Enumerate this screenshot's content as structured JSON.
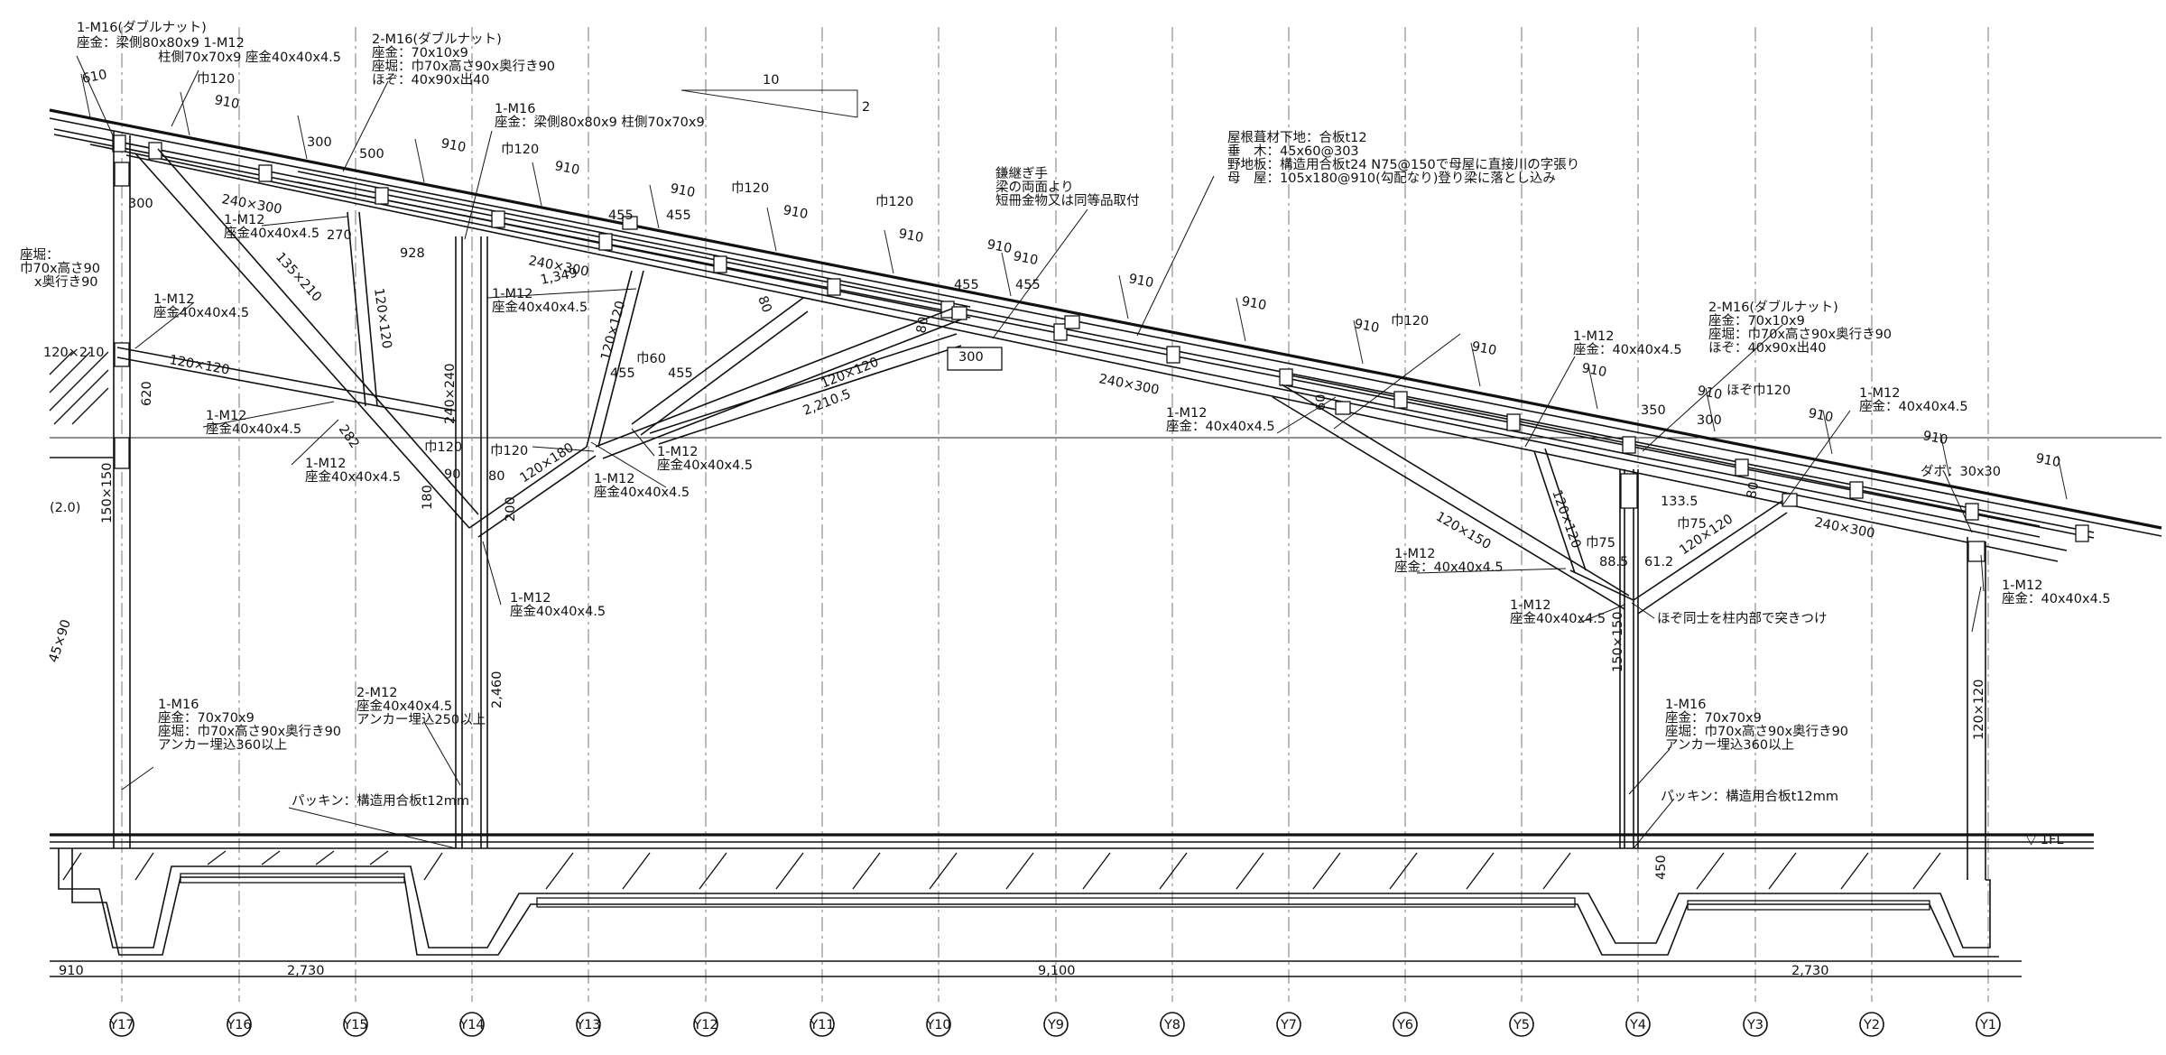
{
  "grid_labels": [
    "Y17",
    "Y16",
    "Y15",
    "Y14",
    "Y13",
    "Y12",
    "Y11",
    "Y10",
    "Y9",
    "Y8",
    "Y7",
    "Y6",
    "Y5",
    "Y4",
    "Y3",
    "Y2",
    "Y1"
  ],
  "dims": {
    "d910": "910",
    "d2730a": "2,730",
    "d9100": "9,100",
    "d2730b": "2,730",
    "d10": "10",
    "d2": "2",
    "d1fl": "▽ 1FL",
    "d450": "450",
    "d2460": "2,460",
    "d620": "620",
    "d2210": "2,210.5",
    "d1349": "1,349",
    "d928": "928",
    "d1335": "133.5",
    "d885": "88.5",
    "d612": "61.2",
    "pitch": [
      "610",
      "910",
      "910",
      "910",
      "910",
      "910",
      "910",
      "910",
      "910",
      "910",
      "910",
      "910",
      "910",
      "910",
      "910",
      "910",
      "910",
      "910"
    ],
    "small": [
      "300",
      "500",
      "300",
      "270",
      "455",
      "455",
      "455",
      "455",
      "455",
      "455",
      "350",
      "300",
      "300",
      "90",
      "80",
      "180",
      "200",
      "60",
      "80",
      "80",
      "80"
    ],
    "paren": "(2.0)"
  },
  "members": {
    "m120_210": "120×210",
    "m120_120a": "120×120",
    "m135_210": "135×210",
    "m120_120b": "120×120",
    "m240_300a": "240×300",
    "m240_240": "240×240",
    "m240_300b": "240×300",
    "m120_180": "120×180",
    "m120_120c": "120×120",
    "m120_120d": "120×120",
    "m240_300c": "240×300",
    "m120_150": "120×150",
    "m120_120e": "120×120",
    "m120_120f": "120×120",
    "m240_300d": "240×300",
    "m150_150a": "150×150",
    "m150_150b": "150×150",
    "m120_120g": "120×120",
    "m45_90": "45×90",
    "m282": "282"
  },
  "notes": {
    "n1": [
      "1-M16(ダブルナット)",
      "座金：梁側80x80x9 1-M12",
      "柱側70x70x9 座金40x40x4.5"
    ],
    "n2": [
      "2-M16(ダブルナット)",
      "座金：70x10x9",
      "座堀：巾70x高さ90x奥行き90",
      "ほぞ：40x90x出40"
    ],
    "n3": [
      "1-M16",
      "座金：梁側80x80x9 柱側70x70x9"
    ],
    "n4": [
      "屋根葺材下地：合板t12",
      "垂　木：45x60@303",
      "野地板：構造用合板t24 N75@150で母屋に直接川の字張り",
      "母　屋：105x180@910(勾配なり)登り梁に落とし込み"
    ],
    "n5": [
      "鎌継ぎ手",
      "梁の両面より",
      "短冊金物又は同等品取付"
    ],
    "n6": [
      "座堀：",
      "巾70x高さ90",
      "x奥行き90"
    ],
    "n7": [
      "1-M12",
      "座金40x40x4.5"
    ],
    "n8": [
      "1-M12",
      "座金40x40x4.5"
    ],
    "n9": [
      "1-M12",
      "座金40x40x4.5"
    ],
    "n10": [
      "1-M12",
      "座金40x40x4.5"
    ],
    "n11": [
      "1-M12",
      "座金40x40x4.5"
    ],
    "n12": [
      "1-M12",
      "座金40x40x4.5"
    ],
    "n13": [
      "1-M12",
      "座金40x40x4.5"
    ],
    "n14": [
      "1-M12",
      "座金40x40x4.5"
    ],
    "n15": [
      "1-M12",
      "座金：40x40x4.5"
    ],
    "n16": [
      "1-M12",
      "座金：40x40x4.5"
    ],
    "n17": [
      "1-M12",
      "座金：40x40x4.5"
    ],
    "n18": [
      "1-M12",
      "座金：40x40x4.5"
    ],
    "n19": [
      "1-M12",
      "座金40x40x4.5"
    ],
    "n20": [
      "1-M12",
      "座金：40x40x4.5"
    ],
    "n21": [
      "2-M16(ダブルナット)",
      "座金：70x10x9",
      "座堀：巾70x高さ90x奥行き90",
      "ほぞ：40x90x出40"
    ],
    "n22": [
      "1-M16",
      "座金：70x70x9",
      "座堀：巾70x高さ90x奥行き90",
      "アンカー埋込360以上"
    ],
    "n23": [
      "2-M12",
      "座金40x40x4.5",
      "アンカー埋込250以上"
    ],
    "n24": "パッキン：構造用合板t12mm",
    "n25": [
      "1-M16",
      "座金：70x70x9",
      "座堀：巾70x高さ90x奥行き90",
      "アンカー埋込360以上"
    ],
    "n26": "パッキン：構造用合板t12mm",
    "n27": "ほぞ同士を柱内部で突きつけ",
    "n28": "ダボ：30x30",
    "n29": "ほぞ巾120"
  },
  "widths": {
    "w1": "巾120",
    "w2": "巾120",
    "w3": "巾120",
    "w4": "巾120",
    "w5": "巾120",
    "w6": "巾120",
    "w7": "巾60",
    "w8": "巾120",
    "w9": "巾75",
    "w10": "巾75"
  }
}
